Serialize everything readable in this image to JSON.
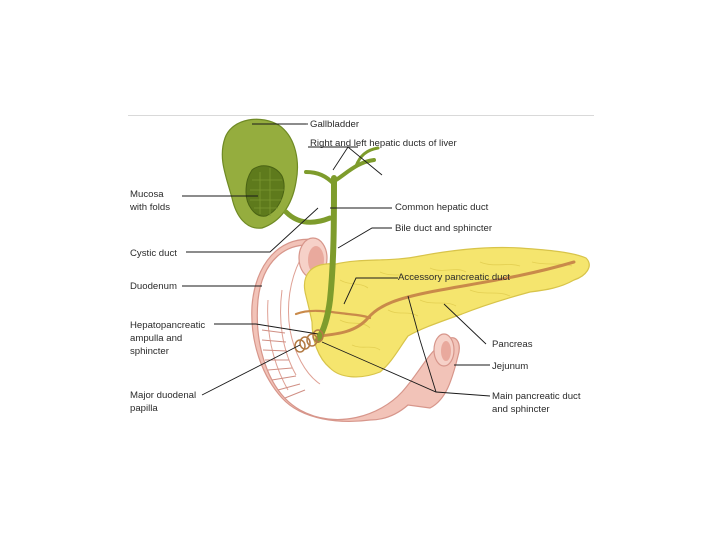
{
  "diagram": {
    "labels": {
      "gallbladder": "Gallbladder",
      "hepatic_ducts": "Right and left hepatic ducts of liver",
      "mucosa_line1": "Mucosa",
      "mucosa_line2": "with folds",
      "common_hepatic_duct": "Common hepatic duct",
      "bile_duct": "Bile duct and sphincter",
      "cystic_duct": "Cystic duct",
      "accessory_duct": "Accessory pancreatic duct",
      "duodenum": "Duodenum",
      "ampulla_line1": "Hepatopancreatic",
      "ampulla_line2": "ampulla and",
      "ampulla_line3": "sphincter",
      "pancreas": "Pancreas",
      "jejunum": "Jejunum",
      "papilla_line1": "Major duodenal",
      "papilla_line2": "papilla",
      "main_duct_line1": "Main pancreatic duct",
      "main_duct_line2": "and sphincter"
    },
    "colors": {
      "gallbladder": "#8fa83a",
      "duct_green": "#7e9c2c",
      "pancreas": "#f4e46a",
      "duodenum": "#f0b8ac",
      "pancreatic_duct": "#c98a4a",
      "leader_line": "#1a1a1a"
    }
  }
}
